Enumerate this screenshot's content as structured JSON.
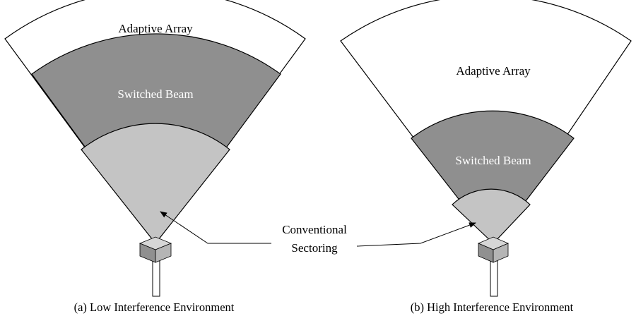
{
  "panels": [
    {
      "caption": "(a) Low Interference Environment",
      "regions": {
        "adaptive_array": "Adaptive Array",
        "switched_beam": "Switched Beam",
        "conventional_sectoring": "Conventional Sectoring"
      }
    },
    {
      "caption": "(b) High Interference Environment",
      "regions": {
        "adaptive_array": "Adaptive Array",
        "switched_beam": "Switched Beam",
        "conventional_sectoring": "Conventional Sectoring"
      }
    }
  ],
  "callout": {
    "line1": "Conventional",
    "line2": "Sectoring"
  },
  "colors": {
    "adaptive_array": "#ffffff",
    "switched_beam": "#8f8f8f",
    "conventional_sectoring": "#c4c4c4",
    "antenna_light": "#d6d6d6",
    "antenna_dark": "#909090",
    "antenna_mid": "#b5b5b5"
  }
}
